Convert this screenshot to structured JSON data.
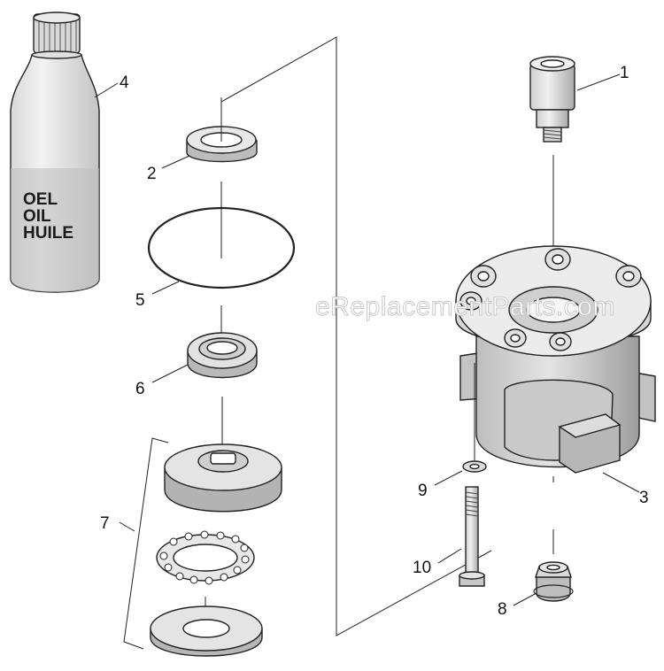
{
  "watermark": "eReplacementParts.com",
  "bottle_label": [
    "OEL",
    "OIL",
    "HUILE"
  ],
  "callouts": {
    "c1": "1",
    "c2": "2",
    "c3": "3",
    "c4": "4",
    "c5": "5",
    "c6": "6",
    "c7": "7",
    "c8": "8",
    "c9": "9",
    "c10": "10"
  },
  "colors": {
    "line": "#222222",
    "part_fill": "#e6e6e6",
    "shade": "#b5b5b5",
    "bottle_body": "#e8e8e8",
    "bottle_shade": "#cfcfcf"
  }
}
